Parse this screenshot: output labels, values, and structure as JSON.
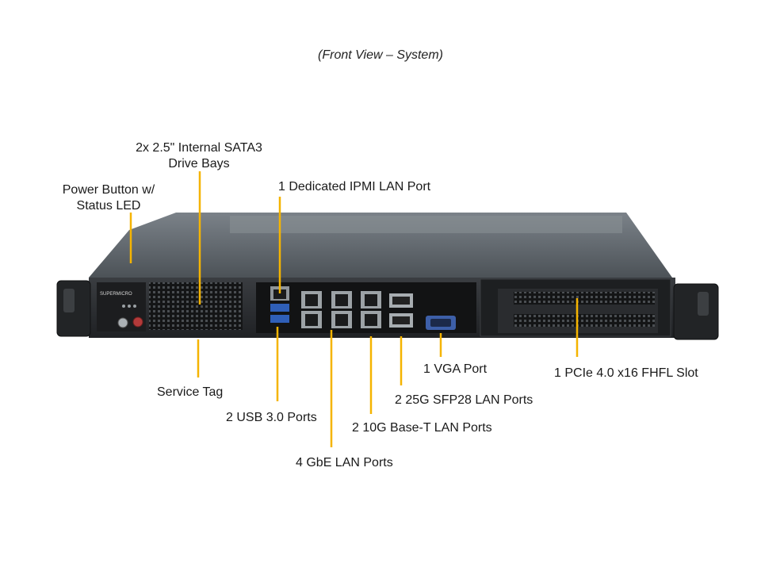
{
  "caption": "(Front View – System)",
  "brand_logo_text": "SUPERMICRO",
  "callouts": {
    "drive_bays": {
      "line1": "2x 2.5\" Internal  SATA3",
      "line2": "Drive Bays"
    },
    "power_button": {
      "line1": "Power Button w/",
      "line2": "Status LED"
    },
    "ipmi": "1 Dedicated IPMI  LAN Port",
    "vga": "1 VGA Port",
    "pcie": "1 PCIe 4.0 x16 FHFL Slot",
    "service_tag": "Service Tag",
    "sfp28": "2 25G  SFP28 LAN Ports",
    "usb": "2 USB 3.0 Ports",
    "ten_g": "2 10G Base-T LAN Ports",
    "gbe": "4 GbE LAN Ports"
  },
  "colors": {
    "callout_line": "#F5B400",
    "chassis_top": "#5f666d",
    "chassis_front": "#2b2d30"
  }
}
